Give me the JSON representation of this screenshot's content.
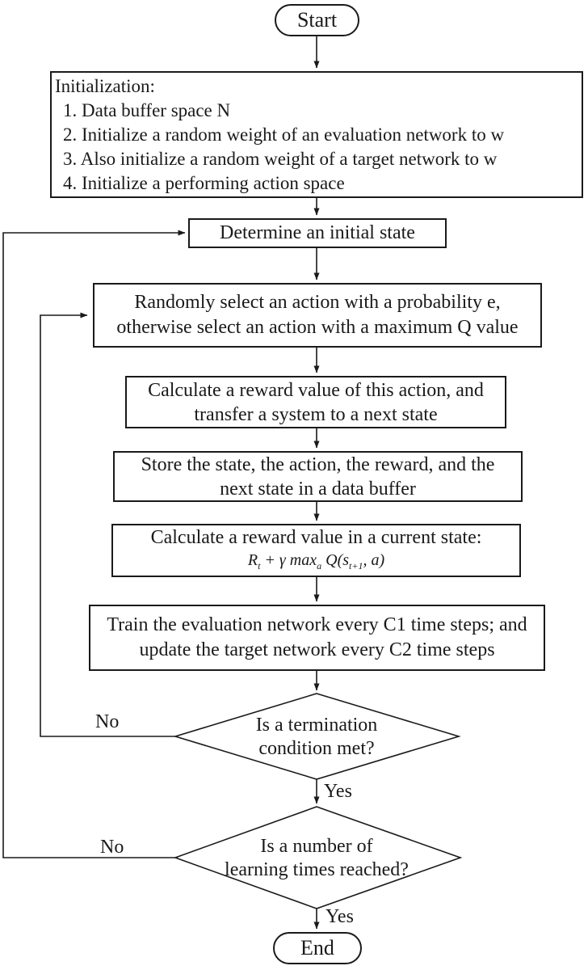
{
  "colors": {
    "stroke": "#1a1a1a",
    "background": "#ffffff",
    "text": "#1a1a1a"
  },
  "nodes": {
    "start": {
      "label": "Start"
    },
    "init": {
      "title": "Initialization:",
      "items": [
        "1. Data buffer space N",
        "2. Initialize a random weight of an evaluation network to w",
        "3. Also initialize a random weight of a target network to w",
        "4. Initialize a performing action space"
      ]
    },
    "determine": {
      "label": "Determine an initial state"
    },
    "select_action": {
      "line1": "Randomly select an action with a probability e,",
      "line2": "otherwise select an action with a maximum Q value"
    },
    "reward_action": {
      "line1": "Calculate a reward value of this action, and",
      "line2": "transfer a system to a next state"
    },
    "store_buffer": {
      "line1": "Store the state, the action, the reward, and the",
      "line2": "next state in a data buffer"
    },
    "current_state": {
      "line1": "Calculate a reward value in a current state:",
      "formula": {
        "r": "R",
        "r_sub": "t",
        "mid": " + γ max",
        "mid_sub": "a",
        "q": " Q(s",
        "s_sub": "t+1",
        "tail": ", a)"
      }
    },
    "train_network": {
      "line1": "Train the evaluation network every C1 time steps; and",
      "line2": "update the target network every C2 time steps"
    },
    "termination_decision": {
      "line1": "Is a termination",
      "line2": "condition met?"
    },
    "learning_decision": {
      "line1": "Is a number of",
      "line2": "learning times reached?"
    },
    "end": {
      "label": "End"
    }
  },
  "edge_labels": {
    "termination_no": "No",
    "termination_yes": "Yes",
    "learning_no": "No",
    "learning_yes": "Yes"
  }
}
